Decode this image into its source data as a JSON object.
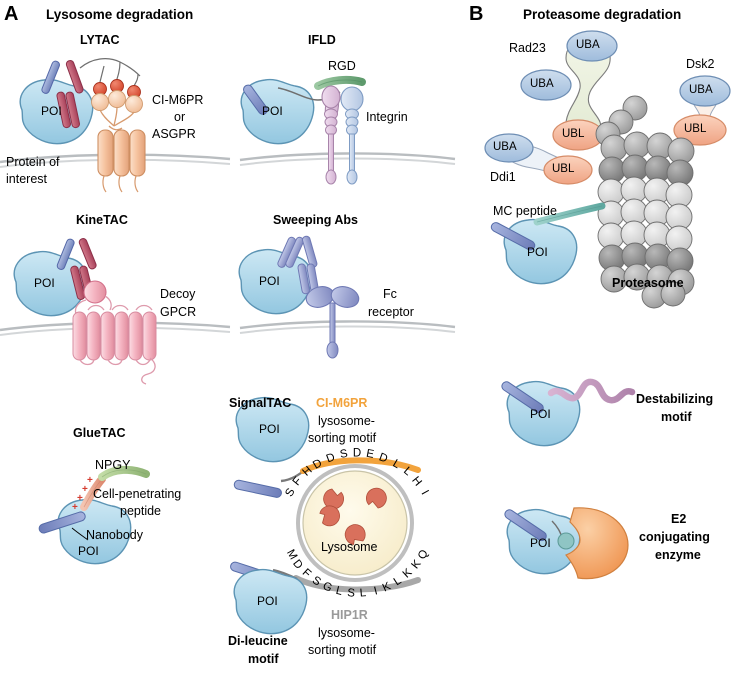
{
  "figure": {
    "panels": [
      {
        "letter": "A",
        "title": "Lysosome degradation",
        "sections": [
          {
            "name": "LYTAC",
            "title": "LYTAC",
            "labels": [
              "CI-M6PR",
              "or",
              "ASGPR",
              "Protein of",
              "interest",
              "POI"
            ]
          },
          {
            "name": "IFLD",
            "title": "IFLD",
            "labels": [
              "RGD",
              "Integrin",
              "POI"
            ]
          },
          {
            "name": "KineTAC",
            "title": "KineTAC",
            "labels": [
              "Decoy",
              "GPCR",
              "POI"
            ]
          },
          {
            "name": "Sweeping Abs",
            "title": "Sweeping Abs",
            "labels": [
              "Fc",
              "receptor",
              "POI"
            ]
          },
          {
            "name": "GlueTAC",
            "title": "GlueTAC",
            "labels": [
              "NPGY",
              "Cell-penetrating",
              "peptide",
              "Nanobody",
              "POI"
            ]
          },
          {
            "name": "SignalTAC",
            "title": "SignalTAC",
            "labels": [
              "CI-M6PR",
              "lysosome-",
              "sorting motif",
              "SFHDDSDEDLLHI",
              "Lysosome",
              "MDFSGLSLIKLKKQ",
              "HIP1R",
              "lysosome-",
              "sorting motif",
              "Di-leucine",
              "motif",
              "POI"
            ]
          }
        ]
      },
      {
        "letter": "B",
        "title": "Proteasome degradation",
        "sections": [
          {
            "name": "proteasome-shuttles",
            "labels": [
              "Rad23",
              "UBA",
              "UBA",
              "UBL",
              "Dsk2",
              "UBA",
              "UBL",
              "UBA",
              "UBL",
              "Ddi1",
              "MC peptide",
              "POI",
              "Proteasome"
            ]
          },
          {
            "name": "destabilizing-motif",
            "labels": [
              "POI",
              "Destabilizing",
              "motif"
            ]
          },
          {
            "name": "e2-conjugating-enzyme",
            "labels": [
              "POI",
              "E2",
              "conjugating",
              "enzyme"
            ]
          }
        ]
      }
    ]
  },
  "panelA": {
    "letter": "A",
    "title": "Lysosome degradation",
    "lytac": {
      "title": "LYTAC",
      "receptor_line1": "CI-M6PR",
      "receptor_line2": "or",
      "receptor_line3": "ASGPR",
      "poi_note_line1": "Protein of",
      "poi_note_line2": "interest",
      "poi": "POI"
    },
    "ifld": {
      "title": "IFLD",
      "ligand": "RGD",
      "receptor": "Integrin",
      "poi": "POI"
    },
    "kinetac": {
      "title": "KineTAC",
      "receptor_line1": "Decoy",
      "receptor_line2": "GPCR",
      "poi": "POI"
    },
    "sweeping": {
      "title": "Sweeping Abs",
      "receptor_line1": "Fc",
      "receptor_line2": "receptor",
      "poi": "POI"
    },
    "gluetac": {
      "title": "GlueTAC",
      "npgy": "NPGY",
      "cpp_line1": "Cell-penetrating",
      "cpp_line2": "peptide",
      "nanobody": "Nanobody",
      "poi": "POI",
      "charge": "+"
    },
    "signaltac": {
      "title": "SignalTAC",
      "top_receptor": "CI-M6PR",
      "top_motif_line1": "lysosome-",
      "top_motif_line2": "sorting motif",
      "top_sequence": "SFHDDSDEDLLHI",
      "organelle": "Lysosome",
      "bottom_sequence": "MDFSGLSLIKLKKQ",
      "bottom_receptor": "HIP1R",
      "bottom_motif_line1": "lysosome-",
      "bottom_motif_line2": "sorting motif",
      "bottom_title_line1": "Di-leucine",
      "bottom_title_line2": "motif",
      "poi_top": "POI",
      "poi_bottom": "POI"
    }
  },
  "panelB": {
    "letter": "B",
    "title": "Proteasome degradation",
    "shuttles": {
      "rad23": "Rad23",
      "rad23_uba_top": "UBA",
      "rad23_uba_mid": "UBA",
      "rad23_ubl": "UBL",
      "dsk2": "Dsk2",
      "dsk2_uba": "UBA",
      "dsk2_ubl": "UBL",
      "ddi1": "Ddi1",
      "ddi1_uba": "UBA",
      "ddi1_ubl": "UBL"
    },
    "mc_peptide": "MC peptide",
    "poi_mc": "POI",
    "proteasome": "Proteasome",
    "destabilizing": {
      "poi": "POI",
      "line1": "Destabilizing",
      "line2": "motif"
    },
    "e2": {
      "poi": "POI",
      "line1": "E2",
      "line2": "conjugating",
      "line3": "enzyme"
    }
  },
  "colors": {
    "poi_blue": "#A9D4E8",
    "poi_blue_dark": "#6FA8C4",
    "antibody_blue": "#8FA0D0",
    "antibody_red": "#C0566B",
    "receptor_peach": "#F6C9A8",
    "receptor_peach_dark": "#E0A078",
    "sphere_red": "#E05B42",
    "gpcr_pink": "#F4B8C4",
    "membrane_gray": "#BFC3C6",
    "integrin_pink": "#DEC3DC",
    "integrin_blue": "#C4D2E8",
    "rgd_green": "#6FA878",
    "fc_blue": "#9DA6D2",
    "nanobody_blue": "#7E8FC4",
    "cpp_salmon": "#E8A089",
    "npgy_green": "#A8C888",
    "lysosome_cream": "#FAF2D8",
    "lysosome_border": "#A8A8A8",
    "enzyme_salmon": "#D9705C",
    "sorting_orange": "#F2A33C",
    "sorting_gray": "#9A9A9A",
    "uba_blue": "#B6CCE4",
    "ubl_salmon": "#F4B49A",
    "rad23_body": "#EAF0DE",
    "proteasome_dark": "#8C8C8C",
    "proteasome_mid": "#AFAFAF",
    "proteasome_light": "#DCDCDC",
    "mc_teal": "#7FBFB8",
    "destab_purple": "#C49BBE",
    "e2_orange": "#F2A76A"
  }
}
